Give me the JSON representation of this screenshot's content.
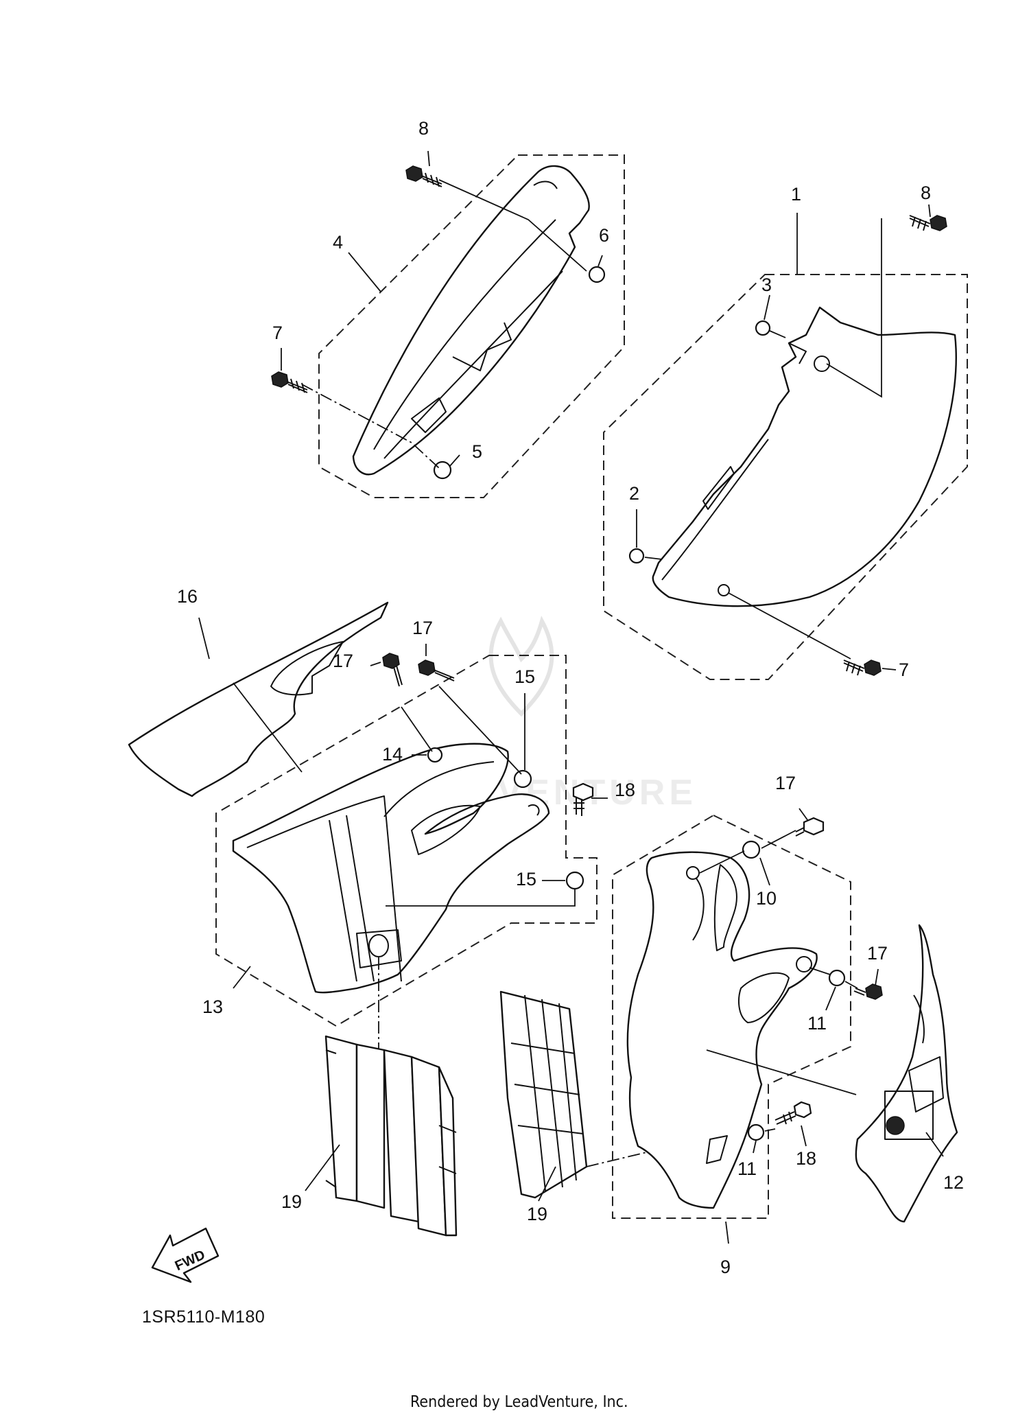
{
  "diagram": {
    "callouts": {
      "c1": "1",
      "c2": "2",
      "c3": "3",
      "c4": "4",
      "c5": "5",
      "c6": "6",
      "c7a": "7",
      "c7b": "7",
      "c8a": "8",
      "c8b": "8",
      "c9": "9",
      "c10": "10",
      "c11a": "11",
      "c11b": "11",
      "c12": "12",
      "c13": "13",
      "c14": "14",
      "c15a": "15",
      "c15b": "15",
      "c16": "16",
      "c17a": "17",
      "c17b": "17",
      "c17c": "17",
      "c17d": "17",
      "c18a": "18",
      "c18b": "18",
      "c19a": "19",
      "c19b": "19"
    },
    "forward_label": "FWD",
    "drawing_code": "1SR5110-M180",
    "credit": "Rendered by LeadVenture, Inc.",
    "watermark": "LEADVENTURE",
    "ink_color": "#111111",
    "background_color": "#ffffff"
  }
}
